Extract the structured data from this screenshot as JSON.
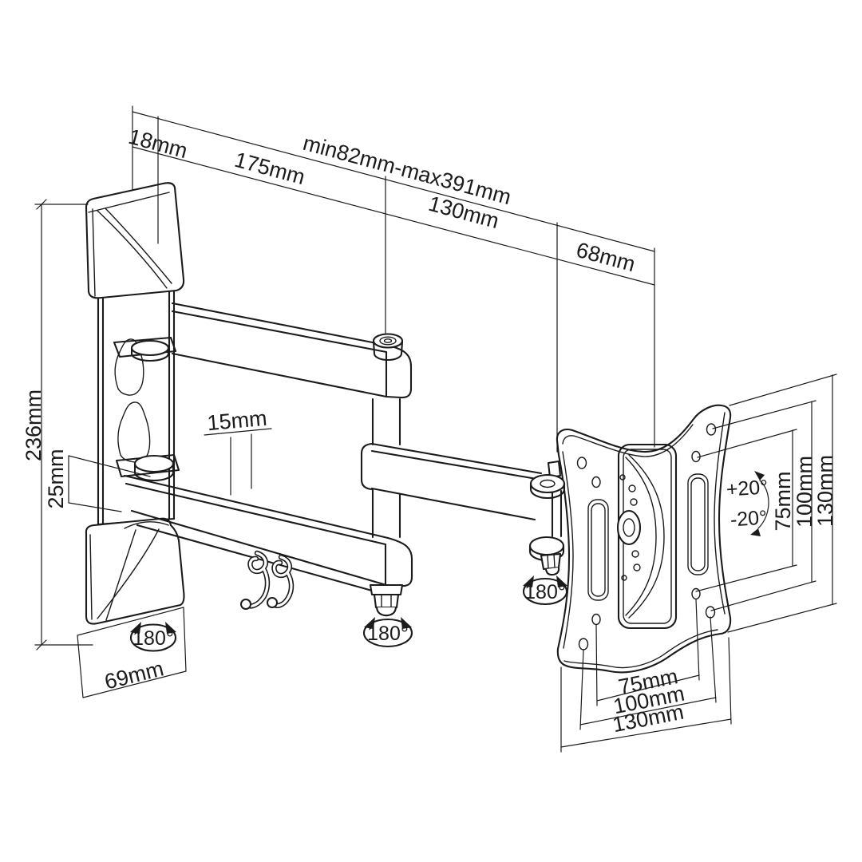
{
  "colors": {
    "background": "#ffffff",
    "ink": "#1b1b1b"
  },
  "dims": {
    "top": {
      "depth": "18mm",
      "arm1": "175mm",
      "range": "min82mm-max391mm",
      "arm2": "130mm",
      "head": "68mm"
    },
    "left": {
      "height": "236mm",
      "bracket": "25mm"
    },
    "center": {
      "arm": "15mm"
    },
    "bottom_left": {
      "cap": "69mm"
    },
    "right": {
      "vesa75": "75mm",
      "vesa100": "100mm",
      "plate": "130mm"
    },
    "bottom_right": {
      "vesa75": "75mm",
      "vesa100": "100mm",
      "plate": "130mm"
    },
    "tilt": {
      "up": "+20°",
      "down": "-20°"
    },
    "swivel": {
      "wall": "180°",
      "elbow": "180°",
      "head": "180°"
    }
  }
}
